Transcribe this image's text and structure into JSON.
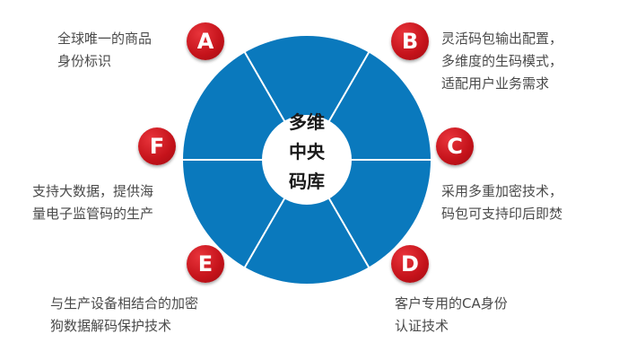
{
  "center": {
    "lines": [
      "多维",
      "中央",
      "码库"
    ]
  },
  "colors": {
    "wheel": "#0a79bd",
    "divider": "#ffffff",
    "badge": "#c4121a",
    "text": "#4a4a4a"
  },
  "segments": [
    {
      "letter": "A",
      "lines": [
        "全球唯一的商品",
        "身份标识"
      ]
    },
    {
      "letter": "B",
      "lines": [
        "灵活码包输出配置，",
        "多维度的生码模式，",
        "适配用户业务需求"
      ]
    },
    {
      "letter": "C",
      "lines": [
        "采用多重加密技术，",
        "码包可支持印后即焚"
      ]
    },
    {
      "letter": "D",
      "lines": [
        "客户专用的CA身份",
        "认证技术"
      ]
    },
    {
      "letter": "E",
      "lines": [
        "与生产设备相结合的加密",
        "狗数据解码保护技术"
      ]
    },
    {
      "letter": "F",
      "lines": [
        "支持大数据，提供海",
        "量电子监管码的生产"
      ]
    }
  ]
}
